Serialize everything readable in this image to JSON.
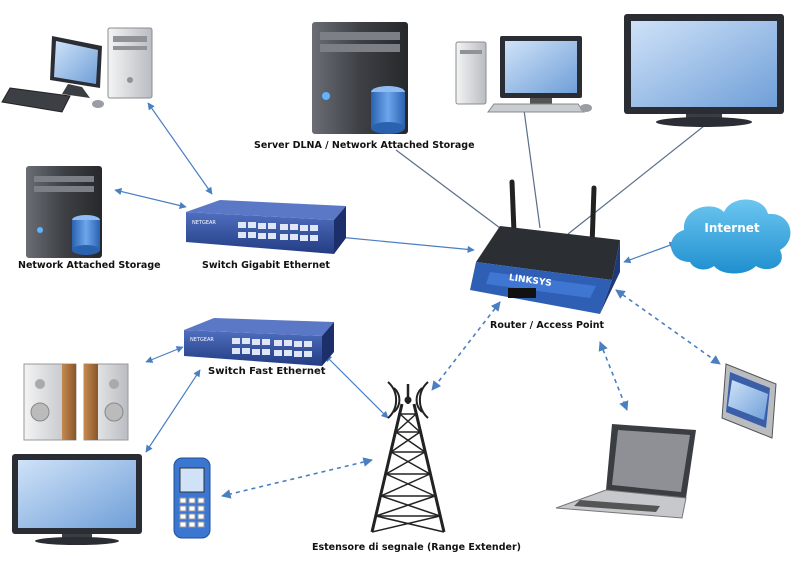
{
  "labels": {
    "server_dlna": "Server DLNA / Network Attached Storage",
    "nas": "Network Attached Storage",
    "switch_gigabit": "Switch Gigabit Ethernet",
    "switch_fast": "Switch Fast Ethernet",
    "router": "Router / Access Point",
    "range_extender": "Estensore di segnale  (Range Extender)",
    "internet": "Internet",
    "router_brand": "LINKSYS",
    "switch_brand": "NETGEAR"
  },
  "colors": {
    "link": "#4a7fc1",
    "switch_blue": "#2f4f9c",
    "cloud": "#3aa4dc",
    "monitor_screen": "#9fc4ee",
    "tower_gray": "#4a4d52",
    "nas_blue": "#3b7fd1"
  },
  "icons": [
    "desktop-pc-icon",
    "server-icon",
    "nas-icon",
    "switch-icon",
    "router-icon",
    "cloud-icon",
    "tv-icon",
    "speaker-icon",
    "mobile-phone-icon",
    "tablet-icon",
    "laptop-icon",
    "antenna-tower-icon"
  ]
}
